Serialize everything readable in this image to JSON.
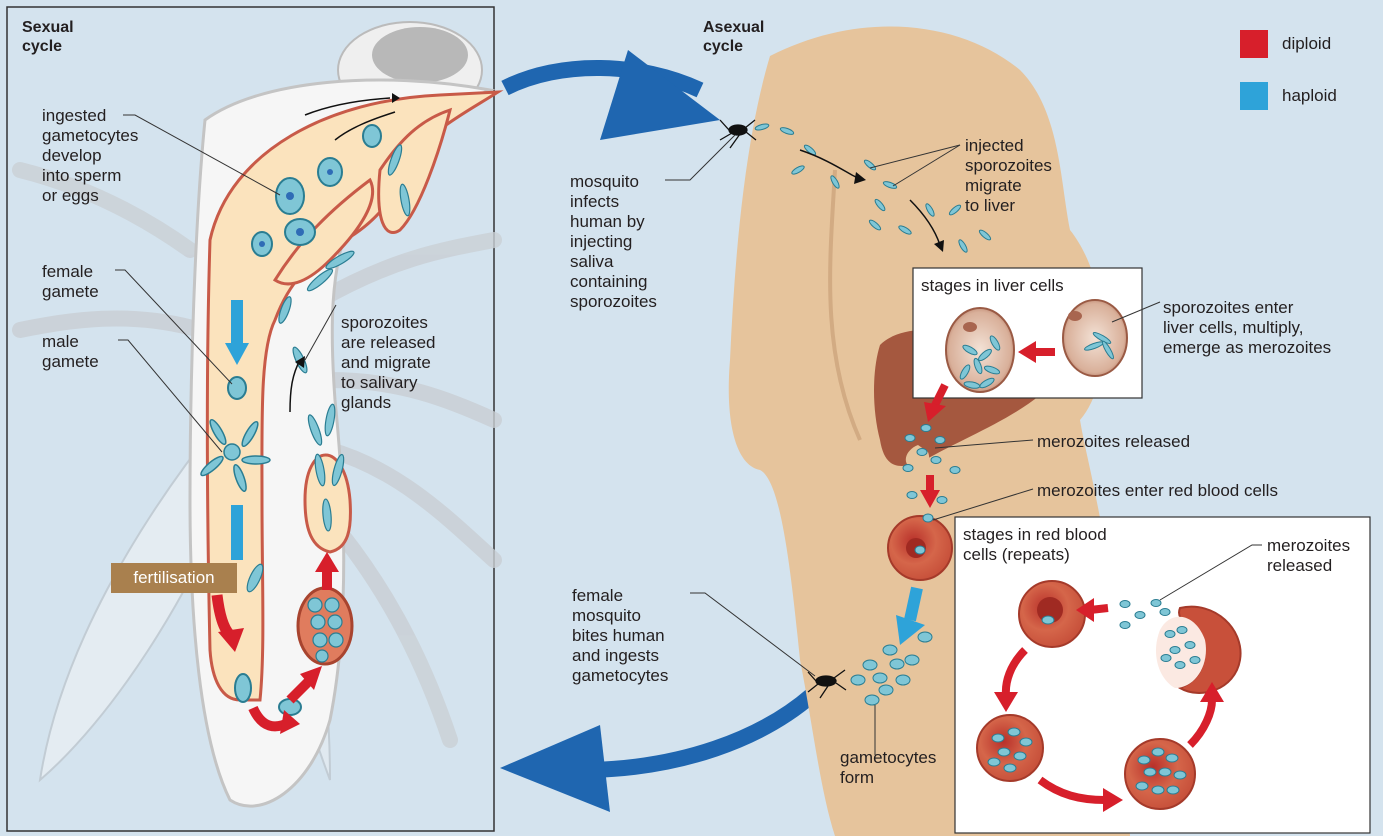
{
  "legend": {
    "diploid": {
      "label": "diploid",
      "color": "#d71f2b"
    },
    "haploid": {
      "label": "haploid",
      "color": "#2ea3d9"
    }
  },
  "sexual": {
    "title": "Sexual\ncycle",
    "ingested": "ingested\ngametocytes\ndevelop\ninto sperm\nor eggs",
    "female_gamete": "female\ngamete",
    "male_gamete": "male\ngamete",
    "sporozoites_released": "sporozoites\nare released\nand migrate\nto salivary\nglands",
    "fertilisation": "fertilisation"
  },
  "asexual": {
    "title": "Asexual\ncycle",
    "mosquito_infects": "mosquito\ninfects\nhuman by\ninjecting\nsaliva\ncontaining\nsporozoites",
    "injected": "injected\nsporozoites\nmigrate\nto liver",
    "liver_box_title": "stages in liver cells",
    "sporozoites_enter": "sporozoites enter\nliver cells, multiply,\nemerge as merozoites",
    "merozoites_released": "merozoites released",
    "merozoites_enter": "merozoites enter red blood cells",
    "rbc_box_title": "stages in red blood\ncells (repeats)",
    "merozoites_released_2": "merozoites\nreleased",
    "female_mosquito": "female\nmosquito\nbites human\nand ingests\ngametocytes",
    "gametocytes_form": "gametocytes\nform"
  },
  "colors": {
    "background": "#d4e3ee",
    "skin": "#e6c49c",
    "liver": "#a5583f",
    "rbc": "#c8503a",
    "gut": "#fbe3bd",
    "gut_wall": "#c85a48",
    "parasite": "#7fc6d6",
    "big_arrow": "#1f66b0",
    "red_arrow": "#d71f2b",
    "blue_arrow": "#2ea3d9",
    "fert_box": "#a9804e"
  }
}
